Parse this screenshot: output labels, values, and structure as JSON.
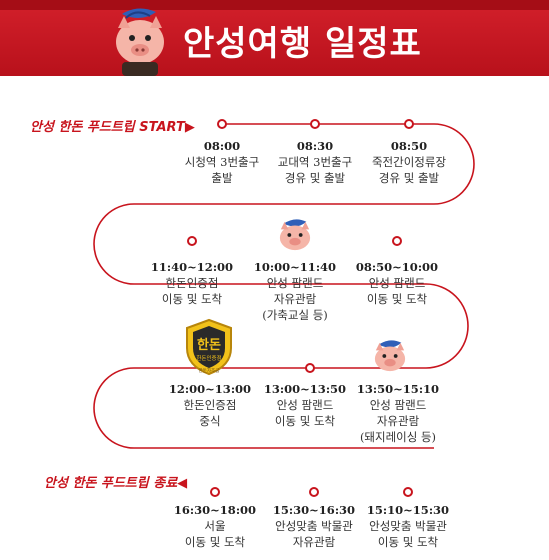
{
  "banner": {
    "title": "안성여행 일정표"
  },
  "start_marker": "안성 한돈 푸드트립 START▶",
  "end_marker": "안성 한돈 푸드트립 종료◀",
  "rows": [
    {
      "stops": [
        {
          "time": "08:00",
          "line1": "시청역 3번출구",
          "line2": "출발",
          "line3": ""
        },
        {
          "time": "08:30",
          "line1": "교대역 3번출구",
          "line2": "경유 및 출발",
          "line3": ""
        },
        {
          "time": "08:50",
          "line1": "죽전간이정류장",
          "line2": "경유 및 출발",
          "line3": ""
        }
      ]
    },
    {
      "stops": [
        {
          "time": "11:40~12:00",
          "line1": "한돈인증점",
          "line2": "이동 및 도착",
          "line3": ""
        },
        {
          "time": "10:00~11:40",
          "line1": "안성 팜랜드",
          "line2": "자유관람",
          "line3": "(가축교실 등)"
        },
        {
          "time": "08:50~10:00",
          "line1": "안성 팜랜드",
          "line2": "이동 및 도착",
          "line3": ""
        }
      ]
    },
    {
      "stops": [
        {
          "time": "12:00~13:00",
          "line1": "한돈인증점",
          "line2": "중식",
          "line3": ""
        },
        {
          "time": "13:00~13:50",
          "line1": "안성 팜랜드",
          "line2": "이동 및 도착",
          "line3": ""
        },
        {
          "time": "13:50~15:10",
          "line1": "안성 팜랜드",
          "line2": "자유관람",
          "line3": "(돼지레이싱 등)"
        }
      ]
    },
    {
      "stops": [
        {
          "time": "16:30~18:00",
          "line1": "서울",
          "line2": "이동 및 도착",
          "line3": ""
        },
        {
          "time": "15:30~16:30",
          "line1": "안성맞춤 박물관",
          "line2": "자유관람",
          "line3": ""
        },
        {
          "time": "15:10~15:30",
          "line1": "안성맞춤 박물관",
          "line2": "이동 및 도착",
          "line3": ""
        }
      ]
    }
  ],
  "badge": {
    "main": "한돈",
    "sub": "한돈인증점",
    "foot": "한돈자조금"
  },
  "colors": {
    "accent": "#c8141d",
    "banner": "#c3161f"
  }
}
